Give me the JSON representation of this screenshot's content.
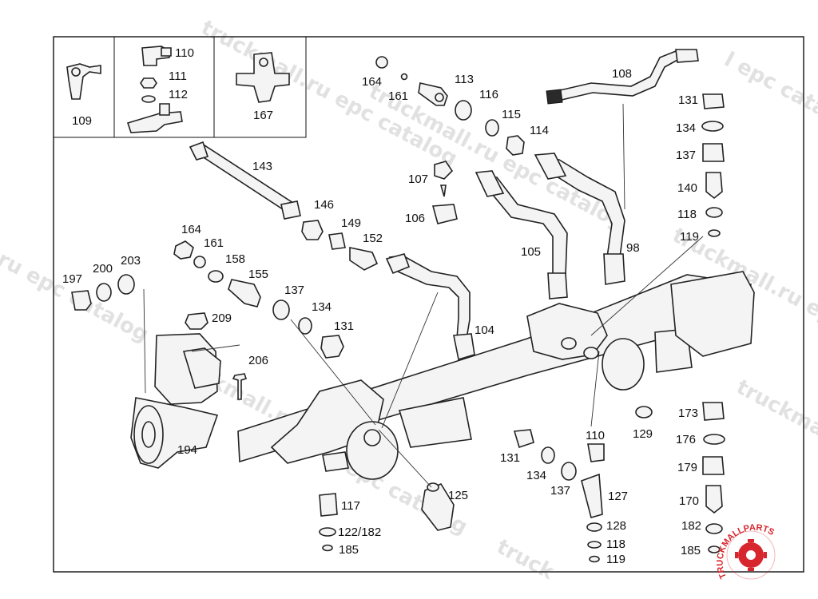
{
  "watermark": {
    "text_1": "truckmall.ru epc catalog",
    "text_2": "truckmall.ru epc catalog",
    "text_3": "ru epc catalog",
    "text_4": "truckmall.ru epc catalog",
    "text_5": "truckmall.ru e",
    "text_6": "epc catalog",
    "text_7": "truck",
    "text_8": "l epc catalog",
    "text_9": "truckmall"
  },
  "logo": {
    "text": "TRUCKMALLPARTS",
    "color": "#d8262e"
  },
  "labels": {
    "p109": "109",
    "p110a": "110",
    "p111": "111",
    "p112": "112",
    "p167": "167",
    "p164a": "164",
    "p161a": "161",
    "p113": "113",
    "p116": "116",
    "p115": "115",
    "p114": "114",
    "p108": "108",
    "p131a": "131",
    "p134a": "134",
    "p137a": "137",
    "p140": "140",
    "p118a": "118",
    "p119a": "119",
    "p143": "143",
    "p107": "107",
    "p106": "106",
    "p146": "146",
    "p149": "149",
    "p152": "152",
    "p105": "105",
    "p98": "98",
    "p164b": "164",
    "p161b": "161",
    "p158": "158",
    "p155": "155",
    "p197": "197",
    "p200": "200",
    "p203": "203",
    "p137b": "137",
    "p134b": "134",
    "p131b": "131",
    "p104": "104",
    "p209": "209",
    "p206": "206",
    "p194": "194",
    "p173": "173",
    "p176": "176",
    "p179": "179",
    "p170": "170",
    "p182a": "182",
    "p185a": "185",
    "p129": "129",
    "p110b": "110",
    "p131c": "131",
    "p134c": "134",
    "p137c": "137",
    "p127": "127",
    "p128": "128",
    "p118b": "118",
    "p119b": "119",
    "p125": "125",
    "p117": "117",
    "p122_182": "122/182",
    "p185b": "185"
  }
}
